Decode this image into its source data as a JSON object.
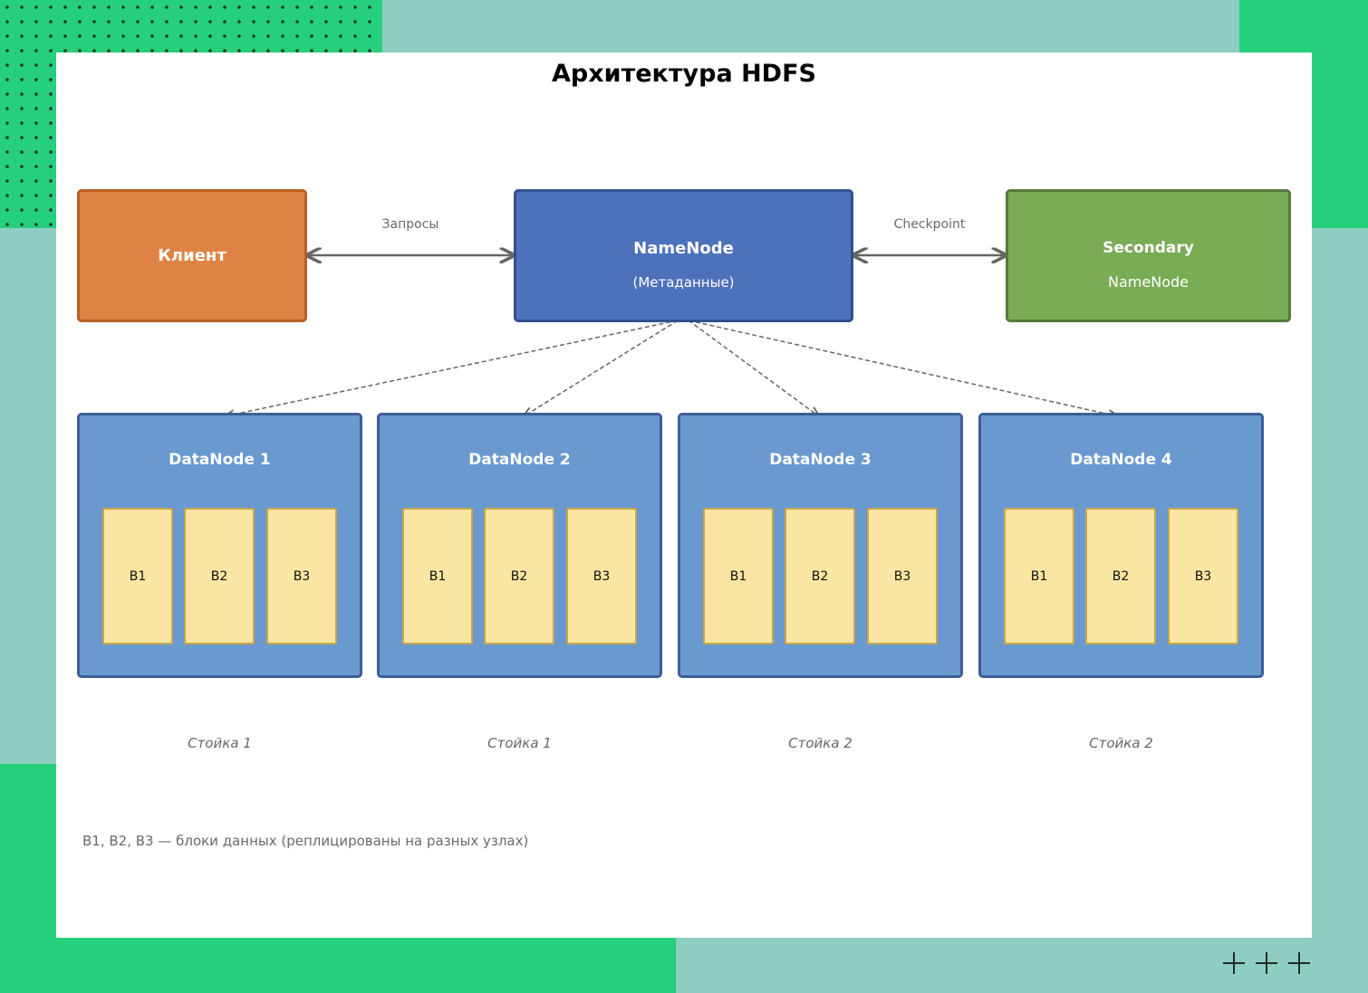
{
  "title": "Архитектура HDFS",
  "nodes": {
    "client": {
      "label": "Клиент",
      "color": "#df8344"
    },
    "namenode": {
      "label": "NameNode",
      "sublabel": "(Метаданные)",
      "color": "#4e71bc"
    },
    "secondary": {
      "label": "Secondary",
      "sublabel": "NameNode",
      "color": "#7aab55"
    }
  },
  "edges": {
    "client_namenode": {
      "label": "Запросы",
      "style": "solid",
      "direction": "bidirectional"
    },
    "namenode_secondary": {
      "label": "Checkpoint",
      "style": "solid",
      "direction": "bidirectional"
    },
    "namenode_datanodes": {
      "style": "dashed",
      "direction": "namenode-to-datanode"
    }
  },
  "datanodes": [
    {
      "label": "DataNode 1",
      "rack": "Стойка 1",
      "blocks": [
        "B1",
        "B2",
        "B3"
      ]
    },
    {
      "label": "DataNode 2",
      "rack": "Стойка 1",
      "blocks": [
        "B1",
        "B2",
        "B3"
      ]
    },
    {
      "label": "DataNode 3",
      "rack": "Стойка 2",
      "blocks": [
        "B1",
        "B2",
        "B3"
      ]
    },
    {
      "label": "DataNode 4",
      "rack": "Стойка 2",
      "blocks": [
        "B1",
        "B2",
        "B3"
      ]
    }
  ],
  "note": "B1, B2, B3 — блоки данных (реплицированы на разных узлах)",
  "decorations": {
    "plus_icons": 3
  }
}
